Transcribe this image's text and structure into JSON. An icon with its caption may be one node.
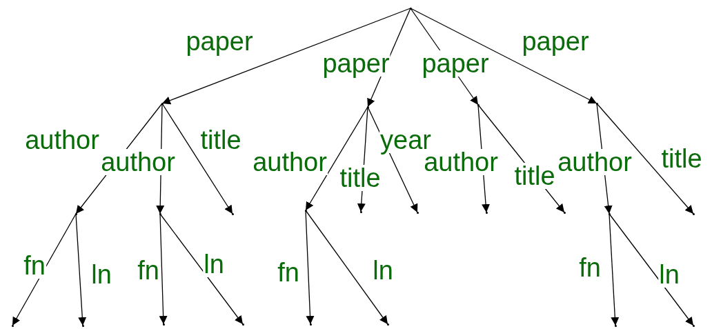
{
  "diagram": {
    "nodes": [
      {
        "text": [],
        "shape": "point"
      },
      {
        "text": [],
        "shape": "point"
      },
      {
        "text": [],
        "shape": "point"
      },
      {
        "text": [],
        "shape": "point"
      },
      {
        "text": [],
        "shape": "point"
      },
      {
        "text": [],
        "shape": "point"
      },
      {
        "text": [],
        "shape": "point"
      },
      {
        "text": [],
        "shape": "point"
      },
      {
        "text": [],
        "shape": "point"
      },
      {
        "text": [],
        "shape": "point"
      },
      {
        "text": [],
        "shape": "point"
      },
      {
        "text": [],
        "shape": "point"
      },
      {
        "text": [],
        "shape": "point"
      },
      {
        "text": [],
        "shape": "point"
      },
      {
        "text": [],
        "shape": "point"
      },
      {
        "text": [],
        "shape": "point"
      },
      {
        "text": [],
        "shape": "point"
      },
      {
        "text": [],
        "shape": "point"
      },
      {
        "text": [],
        "shape": "point"
      },
      {
        "text": [],
        "shape": "point"
      },
      {
        "text": [],
        "shape": "point"
      },
      {
        "text": [],
        "shape": "point"
      },
      {
        "text": [],
        "shape": "point"
      }
    ],
    "edges": [
      {
        "from": 0,
        "to": 1,
        "arrow": "to",
        "label": "paper"
      },
      {
        "from": 0,
        "to": 2,
        "arrow": "to",
        "label": "paper"
      },
      {
        "from": 0,
        "to": 3,
        "arrow": "to",
        "label": "paper"
      },
      {
        "from": 0,
        "to": 4,
        "arrow": "to",
        "label": "paper"
      },
      {
        "from": 1,
        "to": 5,
        "arrow": "to",
        "label": "author"
      },
      {
        "from": 1,
        "to": 6,
        "arrow": "to",
        "label": "author"
      },
      {
        "from": 1,
        "to": 7,
        "arrow": "to",
        "label": "title"
      },
      {
        "from": 2,
        "to": 8,
        "arrow": "to",
        "label": "author"
      },
      {
        "from": 2,
        "to": 9,
        "arrow": "to",
        "label": "title"
      },
      {
        "from": 2,
        "to": 10,
        "arrow": "to",
        "label": "year"
      },
      {
        "from": 3,
        "to": 11,
        "arrow": "to",
        "label": "author"
      },
      {
        "from": 3,
        "to": 12,
        "arrow": "to",
        "label": "title"
      },
      {
        "from": 4,
        "to": 13,
        "arrow": "to",
        "label": "author"
      },
      {
        "from": 4,
        "to": 14,
        "arrow": "to",
        "label": "title"
      },
      {
        "from": 5,
        "to": 15,
        "arrow": "to",
        "label": "fn"
      },
      {
        "from": 5,
        "to": 16,
        "arrow": "to",
        "label": "ln"
      },
      {
        "from": 6,
        "to": 17,
        "arrow": "to",
        "label": "fn"
      },
      {
        "from": 6,
        "to": 18,
        "arrow": "to",
        "label": "ln"
      },
      {
        "from": 8,
        "to": 19,
        "arrow": "to",
        "label": "fn"
      },
      {
        "from": 8,
        "to": 20,
        "arrow": "to",
        "label": "ln"
      },
      {
        "from": 13,
        "to": 21,
        "arrow": "to",
        "label": "fn"
      },
      {
        "from": 13,
        "to": 22,
        "arrow": "to",
        "label": "ln"
      }
    ]
  }
}
